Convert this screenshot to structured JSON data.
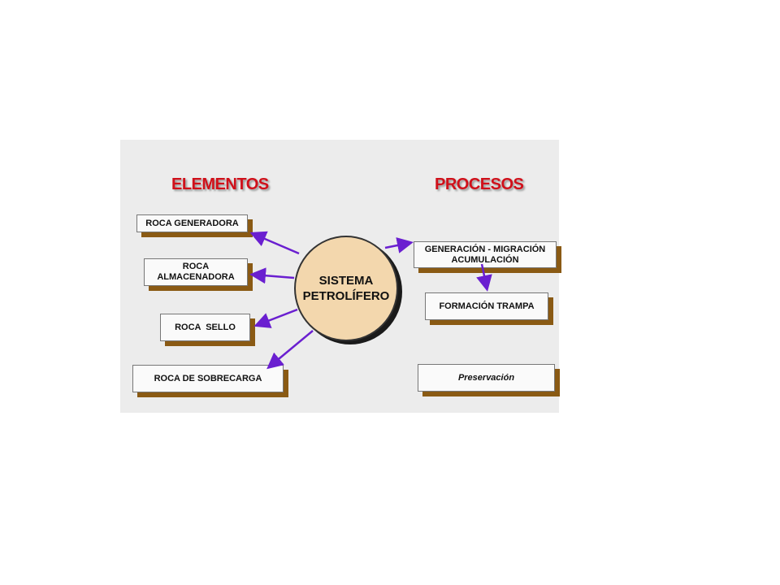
{
  "titles": {
    "elementos": "ELEMENTOS",
    "procesos": "PROCESOS"
  },
  "center": {
    "line1": "SISTEMA",
    "line2": "PETROLÍFERO"
  },
  "elementos": [
    {
      "line1": "ROCA GENERADORA"
    },
    {
      "line1": "ROCA",
      "line2": "ALMACENADORA"
    },
    {
      "line1": "ROCA  SELLO"
    },
    {
      "line1": "ROCA DE SOBRECARGA"
    }
  ],
  "procesos": [
    {
      "line1": "GENERACIÓN - MIGRACIÓN",
      "line2": "ACUMULACIÓN"
    },
    {
      "line1": "FORMACIÓN TRAMPA"
    },
    {
      "line1": "Preservación"
    }
  ],
  "colors": {
    "title": "#d0101a",
    "arrow": "#6a1fd0",
    "shadow": "#8a5a14",
    "circle": "#f3d7ad"
  }
}
